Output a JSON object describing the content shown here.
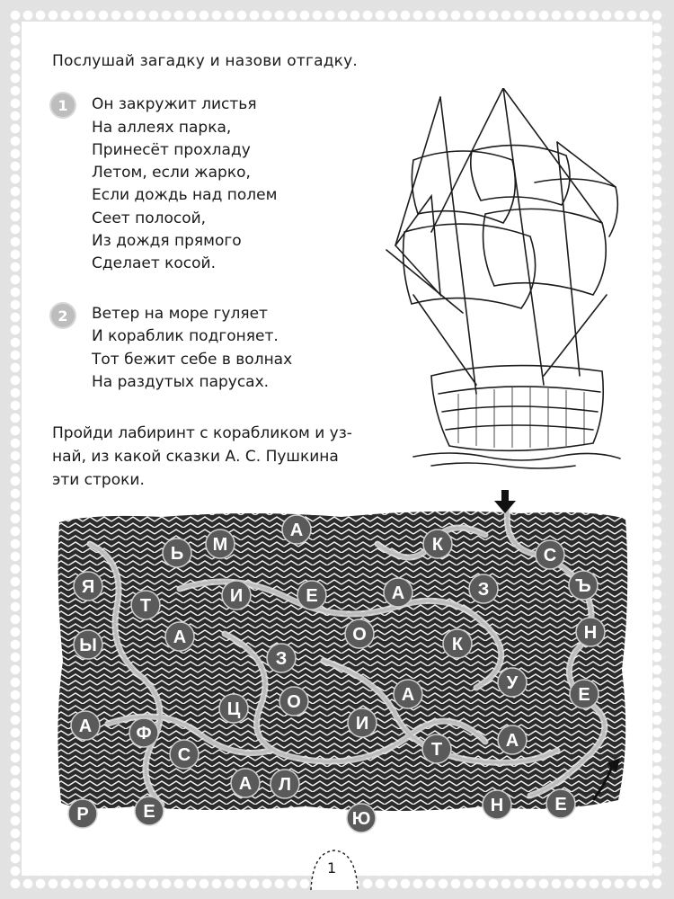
{
  "instruction_top": "Послушай загадку и назови отгадку.",
  "riddle1": {
    "number": "1",
    "lines": [
      "Он закружит листья",
      "На аллеях парка,",
      "Принесёт прохладу",
      "Летом, если жарко,",
      "Если дождь над полем",
      "Сеет полосой,",
      "Из дождя прямого",
      "Сделает косой."
    ]
  },
  "riddle2": {
    "number": "2",
    "lines": [
      "Ветер на море гуляет",
      "И кораблик подгоняет.",
      "Тот бежит себе в волнах",
      "На раздутых парусах."
    ]
  },
  "maze_instruction": [
    "Пройди лабиринт с корабликом и уз-",
    "най, из какой сказки А. С. Пушкина",
    "эти строки."
  ],
  "maze_letters": [
    "А",
    "Ь",
    "М",
    "К",
    "С",
    "Я",
    "Т",
    "И",
    "Е",
    "А",
    "З",
    "Ъ",
    "Ы",
    "А",
    "З",
    "О",
    "К",
    "Н",
    "Ц",
    "О",
    "А",
    "У",
    "Е",
    "А",
    "Ф",
    "С",
    "И",
    "Т",
    "А",
    "А",
    "Л",
    "Р",
    "Е",
    "Ю",
    "Н",
    "Е"
  ],
  "page_number": "1",
  "colors": {
    "maze_dark": "#2b2b2b",
    "letter_circle": "#5a5a5a",
    "letter_text": "#ffffff",
    "number_badge": "#bdbdbd"
  }
}
